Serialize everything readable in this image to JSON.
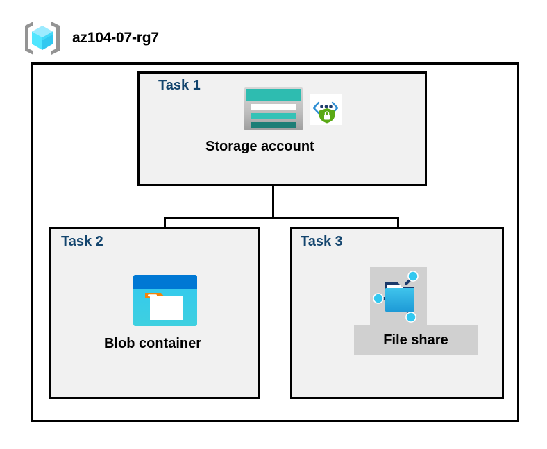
{
  "diagram": {
    "type": "azure-architecture",
    "resource_group": {
      "name": "az104-07-rg7",
      "icon": "resource-group-cube-icon"
    },
    "colors": {
      "task_label": "#13456E",
      "box_fill": "#F1F1F1",
      "box_border": "#000000",
      "canvas": "#FFFFFF",
      "highlight": "#D0D0D0",
      "storage_teal": "#2EBCB0",
      "storage_teal_dark": "#1E7E76",
      "blob_blue": "#0078D4",
      "blob_cyan": "#32C8F0",
      "blob_orange": "#F2840B",
      "shield_green": "#5AA915",
      "cube_cyan": "#50E6FF",
      "bracket_gray": "#949494"
    },
    "nodes": [
      {
        "id": "task1",
        "task_label": "Task 1",
        "caption": "Storage account",
        "icons": [
          "storage-account-icon",
          "secure-endpoint-shield-icon"
        ],
        "highlighted": false
      },
      {
        "id": "task2",
        "task_label": "Task 2",
        "caption": "Blob container",
        "icons": [
          "blob-container-icon"
        ],
        "highlighted": false
      },
      {
        "id": "task3",
        "task_label": "Task 3",
        "caption": "File share",
        "icons": [
          "file-share-folder-icon"
        ],
        "highlighted": true
      }
    ],
    "connections": [
      {
        "from": "task1",
        "to": "task2",
        "style": "orthogonal-elbow"
      },
      {
        "from": "task1",
        "to": "task3",
        "style": "orthogonal-elbow"
      }
    ]
  }
}
